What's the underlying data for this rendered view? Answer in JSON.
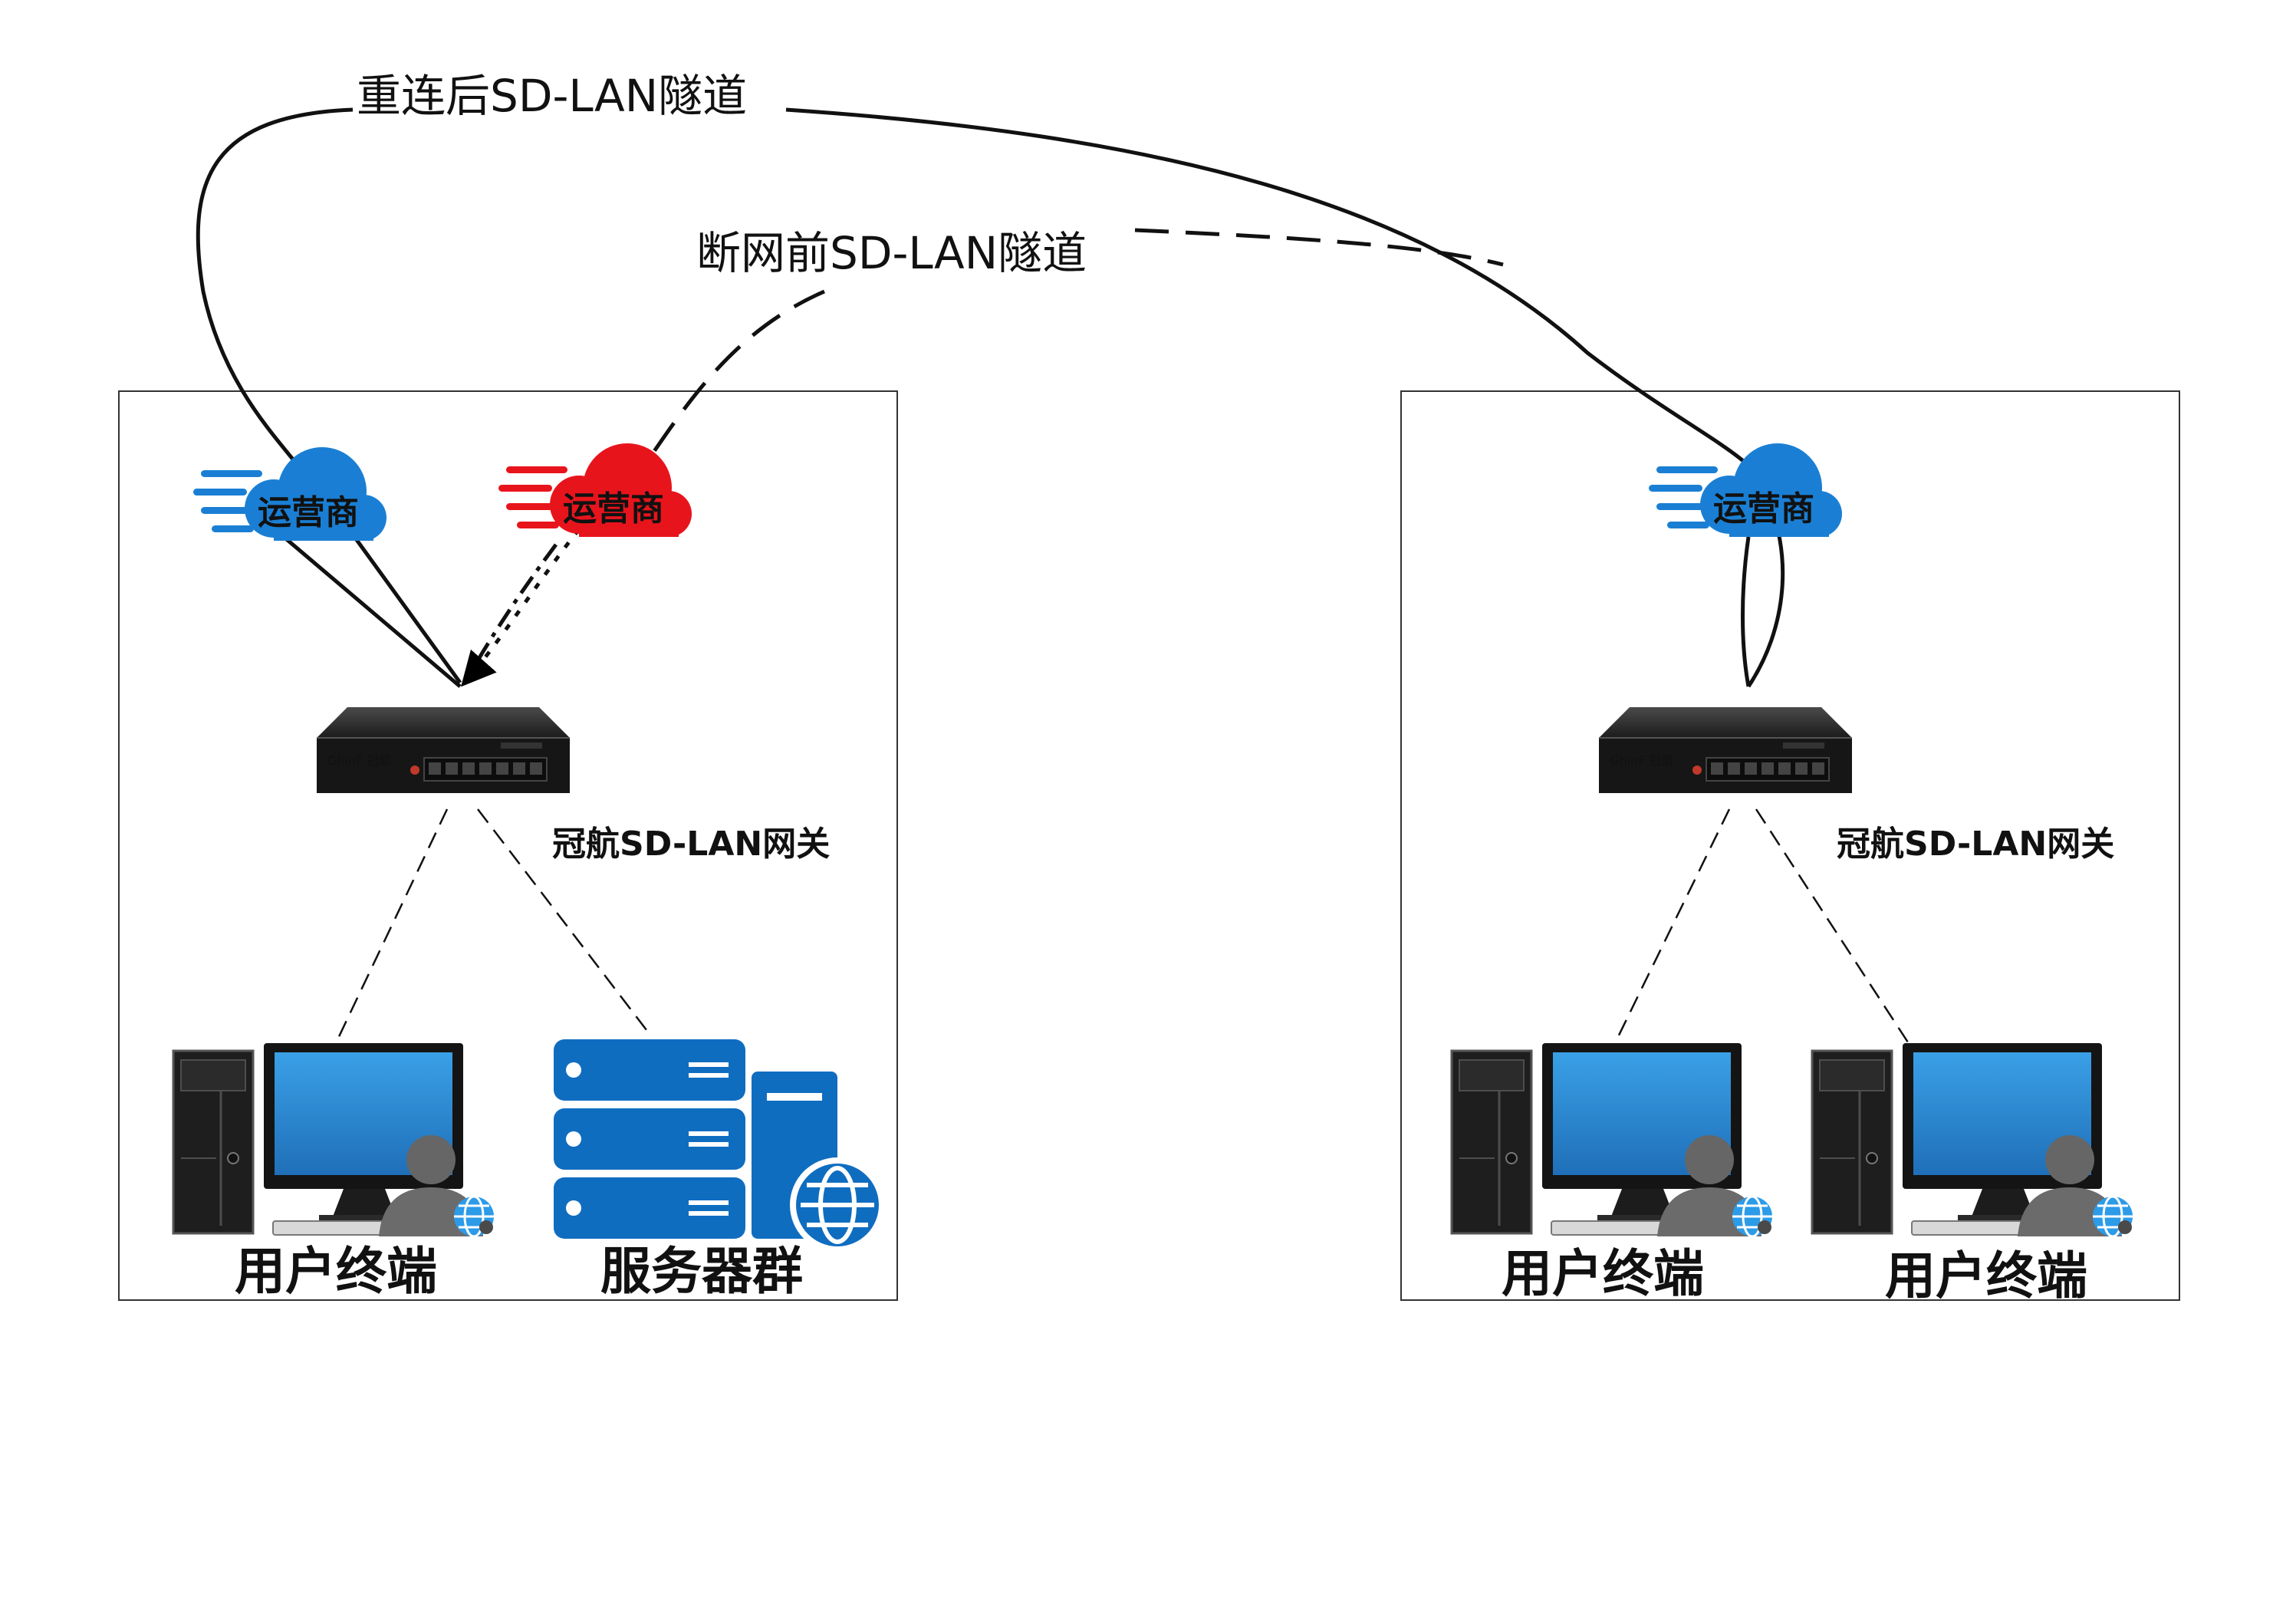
{
  "tunnels": {
    "after_reconnect": "重连后SD-LAN隧道",
    "before_disconnect": "断网前SD-LAN隧道"
  },
  "clouds": {
    "left_blue": "运营商",
    "left_red": "运营商",
    "right_blue": "运营商"
  },
  "gateways": {
    "left_label": "冠航SD-LAN网关",
    "right_label": "冠航SD-LAN网关",
    "brand": "GhinF 冠航"
  },
  "devices": {
    "left_pc_label": "用户终端",
    "left_server_label": "服务器群",
    "right_pc1_label": "用户终端",
    "right_pc2_label": "用户终端"
  },
  "colors": {
    "carrier_blue": "#1a7fd4",
    "carrier_red": "#e8141c",
    "server_blue": "#0f6dc0",
    "monitor_blue": "#2f8fd6"
  }
}
